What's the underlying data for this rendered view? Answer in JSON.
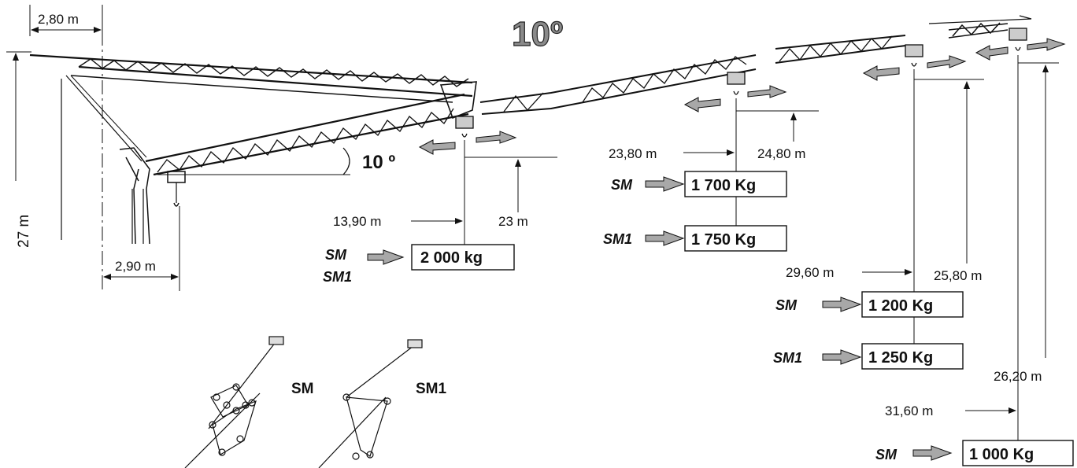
{
  "title_angle": "10º",
  "luffing_angle": "10 º",
  "dimensions": {
    "counter_jib_length": "2,80 m",
    "tower_height": "27 m",
    "tower_offset": "2,90 m"
  },
  "load_points": [
    {
      "radius": "13,90 m",
      "hook_height": "23 m",
      "labels": [
        "SM",
        "SM1"
      ],
      "loads": [
        "2 000 kg"
      ]
    },
    {
      "radius": "23,80 m",
      "hook_height": "24,80 m",
      "labels": [
        "SM",
        "SM1"
      ],
      "loads": [
        "1 700 Kg",
        "1 750 Kg"
      ]
    },
    {
      "radius": "29,60 m",
      "hook_height": "25,80 m",
      "labels": [
        "SM",
        "SM1"
      ],
      "loads": [
        "1 200 Kg",
        "1 250 Kg"
      ]
    },
    {
      "radius": "31,60 m",
      "hook_height": "26,20 m",
      "labels": [
        "SM"
      ],
      "loads": [
        "1 000 Kg"
      ]
    }
  ],
  "reeving": [
    "SM",
    "SM1"
  ],
  "colors": {
    "line": "#111111",
    "arrow_fill": "#a8a8a8",
    "title_fill": "#8a8a8a",
    "box_border": "#111111"
  }
}
